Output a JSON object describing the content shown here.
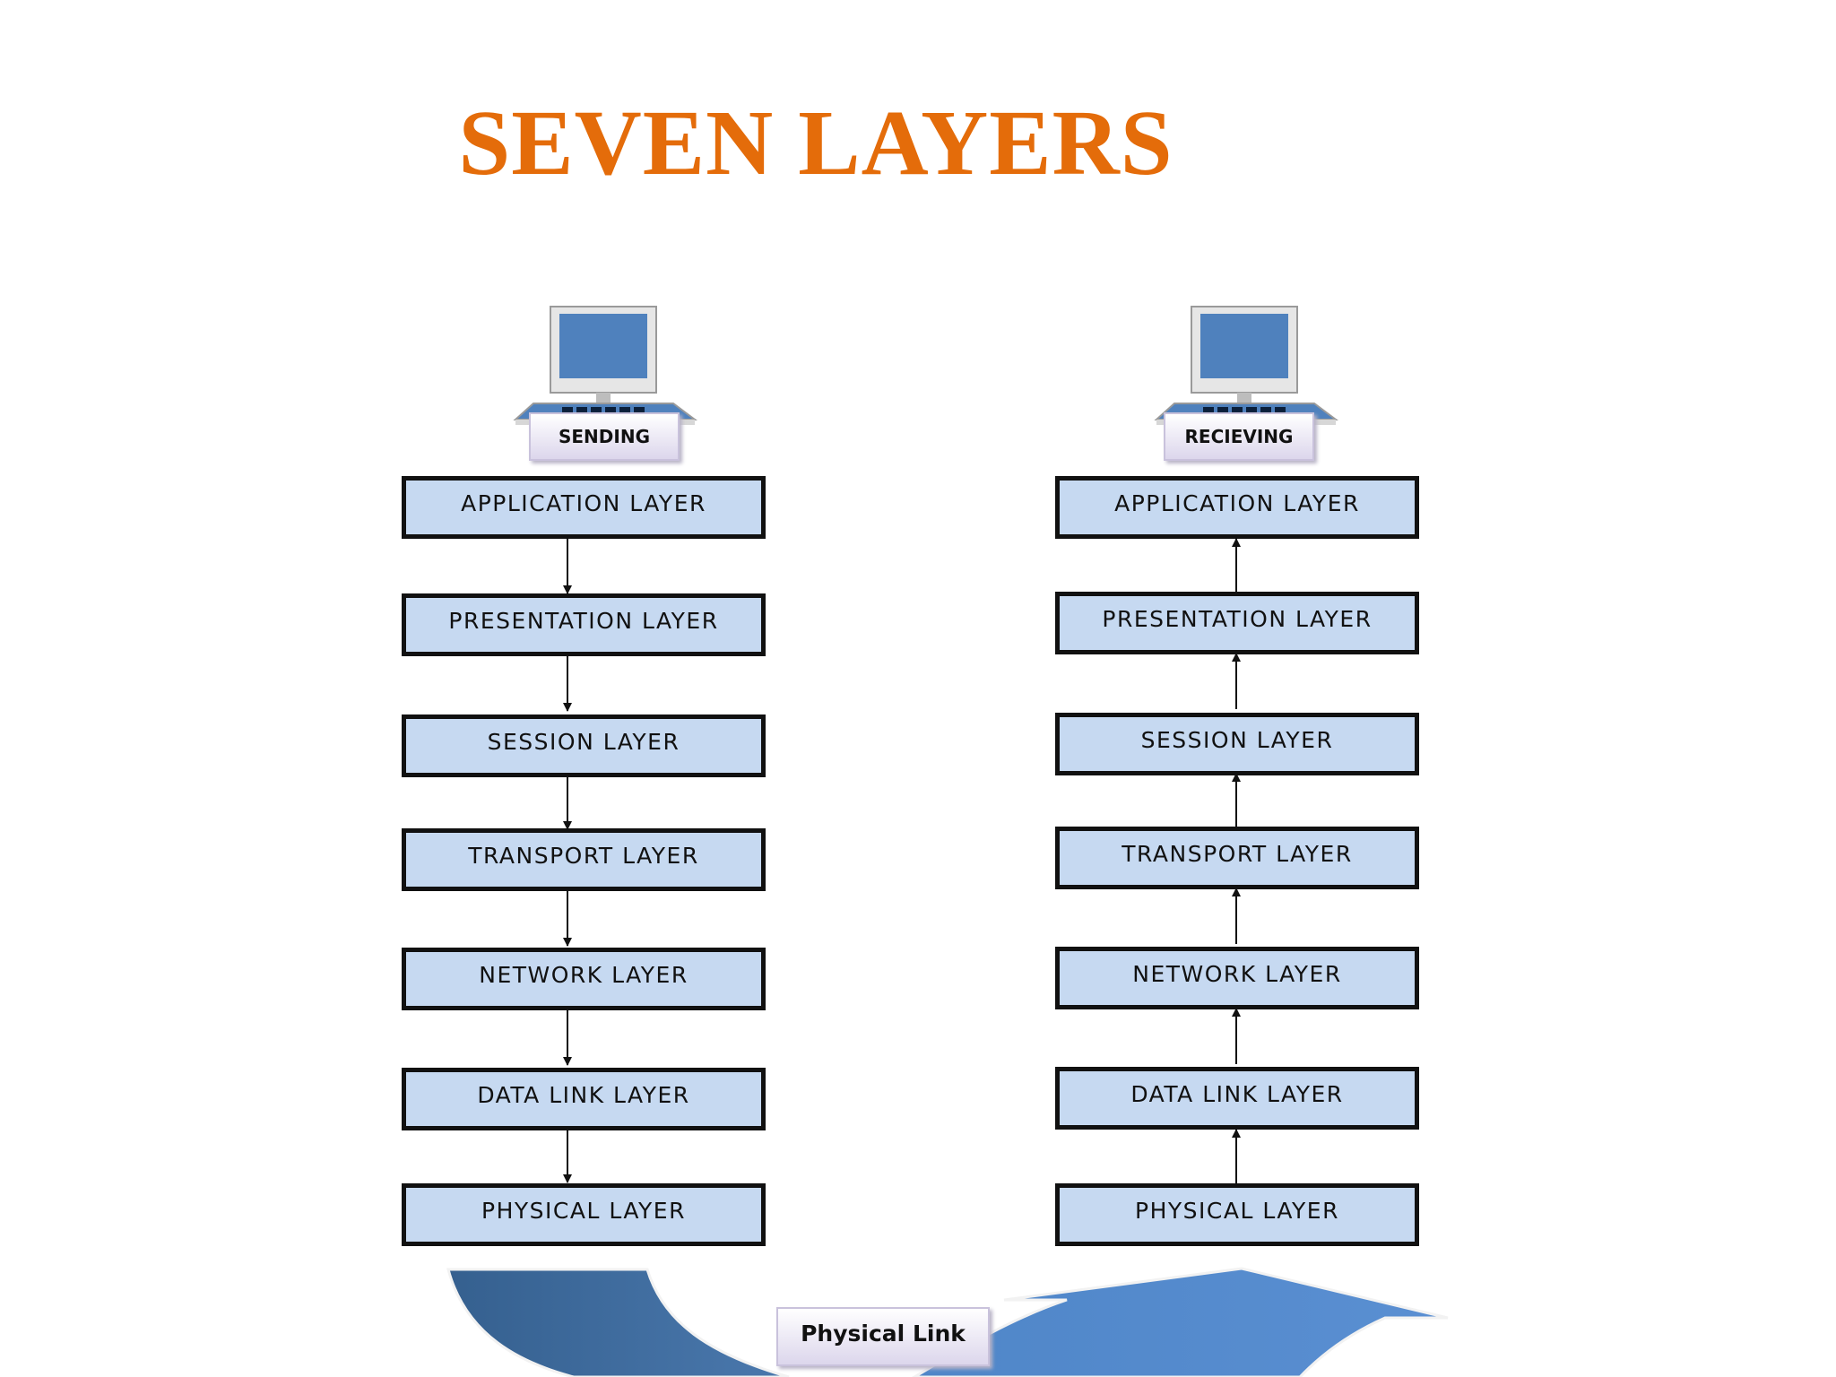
{
  "title": "SEVEN LAYERS",
  "sender": {
    "label": "SENDING",
    "layers": [
      "APPLICATION LAYER",
      "PRESENTATION LAYER",
      "SESSION LAYER",
      "TRANSPORT LAYER",
      "NETWORK LAYER",
      "DATA LINK LAYER",
      "PHYSICAL LAYER"
    ]
  },
  "receiver": {
    "label": "RECIEVING",
    "layers": [
      "APPLICATION LAYER",
      "PRESENTATION LAYER",
      "SESSION LAYER",
      "TRANSPORT LAYER",
      "NETWORK LAYER",
      "DATA LINK LAYER",
      "PHYSICAL LAYER"
    ]
  },
  "link_label": "Physical Link",
  "colors": {
    "title": "#e46c0a",
    "box_fill": "#c6d9f1",
    "box_border": "#111111",
    "arrow_dark": "#3f6898",
    "arrow_light": "#5a8ccf",
    "monitor": "#4f81bd"
  },
  "icons": [
    "computer-icon",
    "computer-icon"
  ]
}
